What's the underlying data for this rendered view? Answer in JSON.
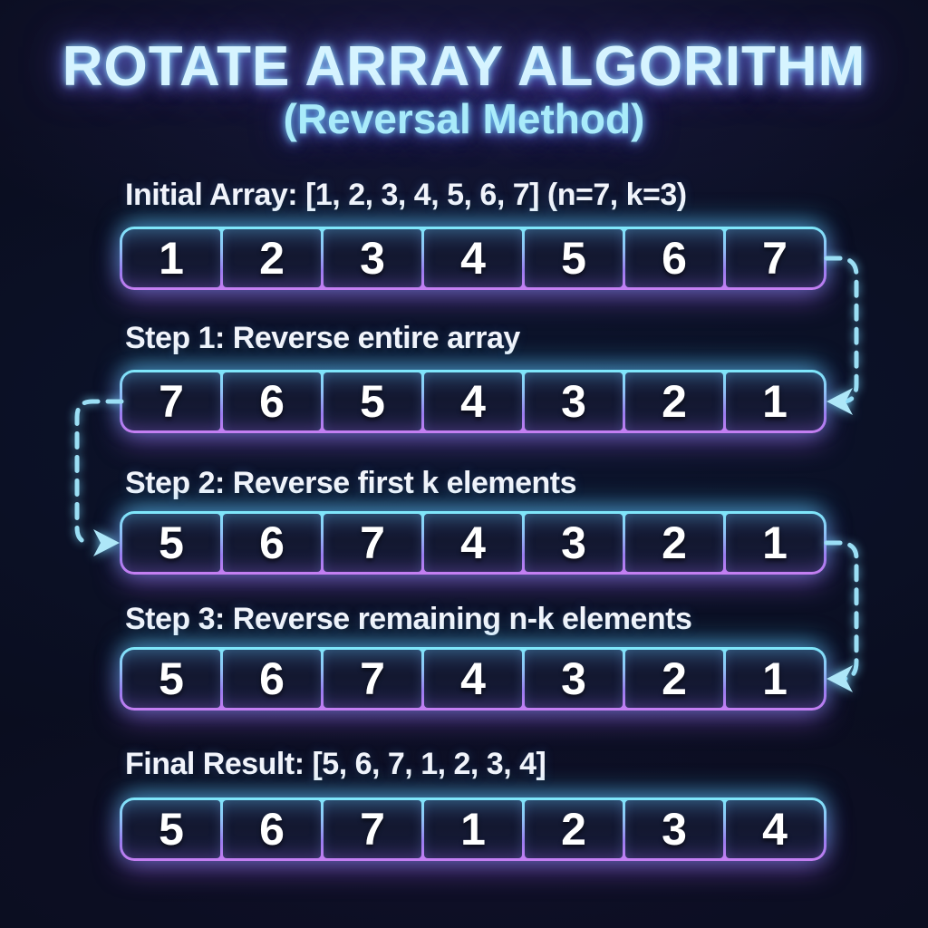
{
  "title": {
    "line1": "ROTATE ARRAY ALGORITHM",
    "line2": "(Reversal Method)"
  },
  "sections": [
    {
      "name": "initial",
      "label": "Initial Array: [1, 2, 3, 4, 5, 6, 7]  (n=7, k=3)",
      "cells": [
        "1",
        "2",
        "3",
        "4",
        "5",
        "6",
        "7"
      ]
    },
    {
      "name": "step1",
      "label": "Step 1: Reverse entire array",
      "cells": [
        "7",
        "6",
        "5",
        "4",
        "3",
        "2",
        "1"
      ]
    },
    {
      "name": "step2",
      "label": "Step 2: Reverse first k elements",
      "cells": [
        "5",
        "6",
        "7",
        "4",
        "3",
        "2",
        "1"
      ]
    },
    {
      "name": "step3",
      "label": "Step 3: Reverse remaining n-k elements",
      "cells": [
        "5",
        "6",
        "7",
        "4",
        "3",
        "2",
        "1"
      ]
    },
    {
      "name": "final",
      "label": "Final Result: [5, 6, 7, 1, 2, 3, 4]",
      "cells": [
        "5",
        "6",
        "7",
        "1",
        "2",
        "3",
        "4"
      ]
    }
  ],
  "connectors": [
    {
      "name": "initial-to-step1",
      "side": "right",
      "arrow_direction": "left"
    },
    {
      "name": "step1-to-step2",
      "side": "left",
      "arrow_direction": "right"
    },
    {
      "name": "step2-to-step3",
      "side": "right",
      "arrow_direction": "left"
    }
  ],
  "colors": {
    "background": "#0a0d1f",
    "neon_cyan": "#7ee9fb",
    "neon_purple": "#c77ff2",
    "cell_background": "#141a34",
    "title_text": "#d6f4ff",
    "subtitle_text": "#a9ebfa",
    "label_text": "#f2f4fb",
    "number_text": "#ffffff",
    "connector_dash": "#9bdff5",
    "arrow_fill": "#aee7f8"
  }
}
